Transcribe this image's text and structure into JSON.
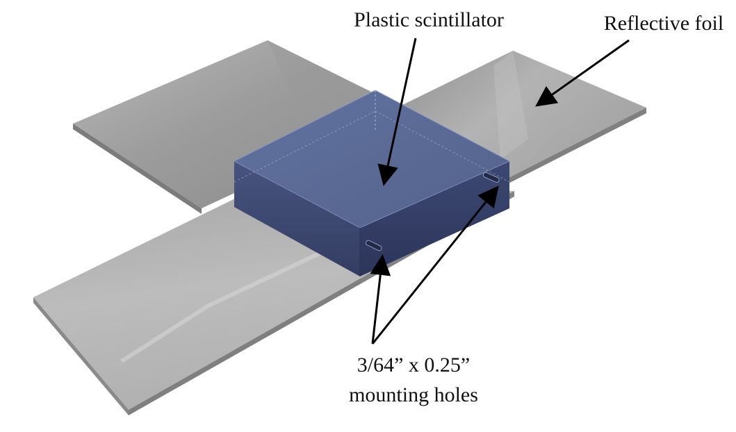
{
  "labels": {
    "scintillator": "Plastic scintillator",
    "foil": "Reflective foil",
    "holes_line1": "3/64” x 0.25”",
    "holes_line2": "mounting holes"
  },
  "colors": {
    "foil_light": "#c4c4c4",
    "foil_mid": "#a9a9a9",
    "foil_dark": "#8d8d8d",
    "scintillator_top": "#5b6b93",
    "scintillator_front": "#44507a",
    "scintillator_side": "#36416a",
    "arrow": "#000000"
  }
}
